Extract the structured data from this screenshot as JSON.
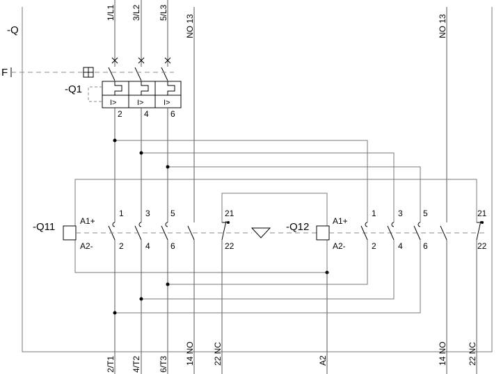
{
  "labels": {
    "assembly": "-Q",
    "mech_link": "F",
    "breaker": "-Q1",
    "contactor_1": "-Q11",
    "contactor_2": "-Q12"
  },
  "top_terminals": [
    "1/L1",
    "3/L2",
    "5/L3",
    "NO 13",
    "NO 13"
  ],
  "breaker_terminals": [
    "2",
    "4",
    "6"
  ],
  "breaker_trip_symbol": "I>",
  "contactor_coil": {
    "a1": "A1+",
    "a2": "A2-"
  },
  "contactor_top_terminals": [
    "1",
    "3",
    "5",
    "21"
  ],
  "contactor_bottom_terminals": [
    "2",
    "4",
    "6",
    "22"
  ],
  "bottom_terminals": [
    "2/T1",
    "4/T2",
    "6/T3",
    "14 NO",
    "22 NC",
    "A2",
    "14 NO",
    "22 NC"
  ]
}
